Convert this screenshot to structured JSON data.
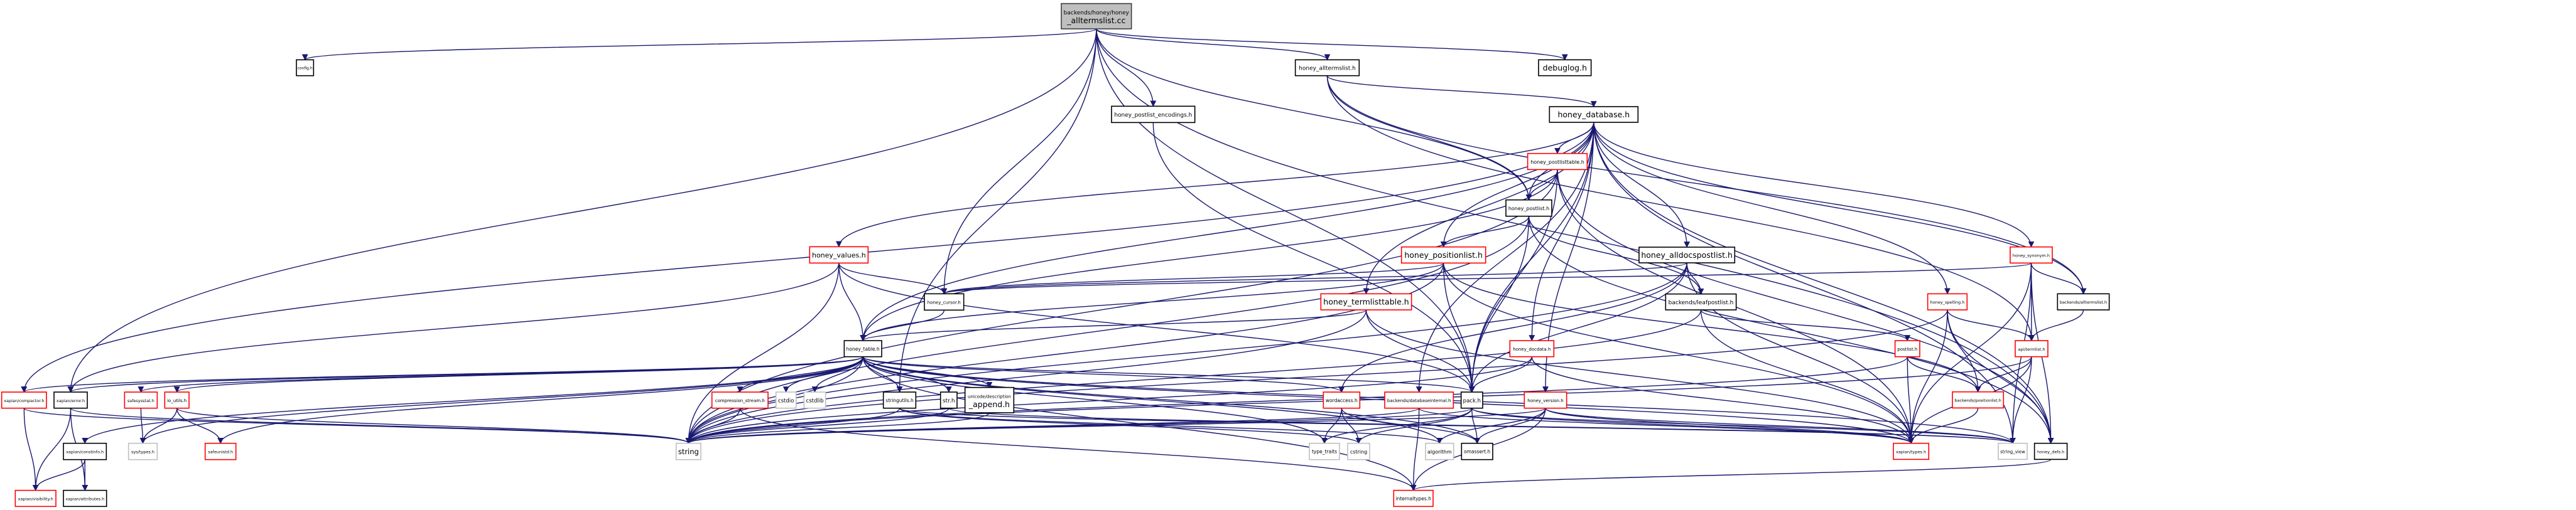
{
  "graph": {
    "title": "backends/honey/honey_alltermslist.cc",
    "type": "include-dependency-graph",
    "colors": {
      "edge": "#191970",
      "root_fill": "#bfbfbf",
      "root_border": "#404040",
      "documented_border": "#000000",
      "has_children_hidden_border": "#ff0000",
      "external_border": "#bfbfbf",
      "node_fill": "#ffffff"
    },
    "nodes": [
      {
        "id": "root",
        "label": [
          "backends/honey/honey",
          "_alltermslist.cc"
        ],
        "kind": "root"
      },
      {
        "id": "config",
        "label": [
          "config.h"
        ],
        "kind": "normal"
      },
      {
        "id": "honey_alltermslist_h",
        "label": [
          "honey_alltermslist.h"
        ],
        "kind": "normal"
      },
      {
        "id": "debuglog",
        "label": [
          "debuglog.h"
        ],
        "kind": "normal"
      },
      {
        "id": "honey_postlist_encodings",
        "label": [
          "honey_postlist_encodings.h"
        ],
        "kind": "normal"
      },
      {
        "id": "honey_database",
        "label": [
          "honey_database.h"
        ],
        "kind": "normal"
      },
      {
        "id": "honey_postlisttable",
        "label": [
          "honey_postlisttable.h"
        ],
        "kind": "truncated"
      },
      {
        "id": "honey_postlist",
        "label": [
          "honey_postlist.h"
        ],
        "kind": "normal"
      },
      {
        "id": "honey_values",
        "label": [
          "honey_values.h"
        ],
        "kind": "truncated"
      },
      {
        "id": "honey_positionlist",
        "label": [
          "honey_positionlist.h"
        ],
        "kind": "truncated"
      },
      {
        "id": "honey_alldocspostlist",
        "label": [
          "honey_alldocspostlist.h"
        ],
        "kind": "normal"
      },
      {
        "id": "honey_synonym",
        "label": [
          "honey_synonym.h"
        ],
        "kind": "truncated"
      },
      {
        "id": "honey_cursor",
        "label": [
          "honey_cursor.h"
        ],
        "kind": "normal"
      },
      {
        "id": "honey_termlisttable",
        "label": [
          "honey_termlisttable.h"
        ],
        "kind": "truncated"
      },
      {
        "id": "backends_leafpostlist",
        "label": [
          "backends/leafpostlist.h"
        ],
        "kind": "normal"
      },
      {
        "id": "honey_spelling",
        "label": [
          "honey_spelling.h"
        ],
        "kind": "truncated"
      },
      {
        "id": "backends_alltermslist",
        "label": [
          "backends/alltermslist.h"
        ],
        "kind": "normal"
      },
      {
        "id": "honey_table",
        "label": [
          "honey_table.h"
        ],
        "kind": "normal"
      },
      {
        "id": "honey_docdata",
        "label": [
          "honey_docdata.h"
        ],
        "kind": "truncated"
      },
      {
        "id": "postlist",
        "label": [
          "postlist.h"
        ],
        "kind": "truncated"
      },
      {
        "id": "api_termlist",
        "label": [
          "api/termlist.h"
        ],
        "kind": "truncated"
      },
      {
        "id": "xapian_compactor",
        "label": [
          "xapian/compactor.h"
        ],
        "kind": "truncated"
      },
      {
        "id": "xapian_error",
        "label": [
          "xapian/error.h"
        ],
        "kind": "normal"
      },
      {
        "id": "safesysstat",
        "label": [
          "safesysstat.h"
        ],
        "kind": "truncated"
      },
      {
        "id": "io_utils",
        "label": [
          "io_utils.h"
        ],
        "kind": "truncated"
      },
      {
        "id": "compression_stream",
        "label": [
          "compression_stream.h"
        ],
        "kind": "truncated"
      },
      {
        "id": "cstdio",
        "label": [
          "cstdio"
        ],
        "kind": "external"
      },
      {
        "id": "cstdlib",
        "label": [
          "cstdlib"
        ],
        "kind": "external"
      },
      {
        "id": "stringutils",
        "label": [
          "stringutils.h"
        ],
        "kind": "normal"
      },
      {
        "id": "str",
        "label": [
          "str.h"
        ],
        "kind": "normal"
      },
      {
        "id": "unicode_description_append",
        "label": [
          "unicode/description",
          "_append.h"
        ],
        "kind": "normal"
      },
      {
        "id": "wordaccess",
        "label": [
          "wordaccess.h"
        ],
        "kind": "truncated"
      },
      {
        "id": "backends_databaseinternal",
        "label": [
          "backends/databaseinternal.h"
        ],
        "kind": "truncated"
      },
      {
        "id": "pack",
        "label": [
          "pack.h"
        ],
        "kind": "normal"
      },
      {
        "id": "honey_version",
        "label": [
          "honey_version.h"
        ],
        "kind": "truncated"
      },
      {
        "id": "backends_positionlist",
        "label": [
          "backends/positionlist.h"
        ],
        "kind": "truncated"
      },
      {
        "id": "xapian_constinfo",
        "label": [
          "xapian/constinfo.h"
        ],
        "kind": "normal"
      },
      {
        "id": "sys_types",
        "label": [
          "sys/types.h"
        ],
        "kind": "external"
      },
      {
        "id": "safeunistd",
        "label": [
          "safeunistd.h"
        ],
        "kind": "truncated"
      },
      {
        "id": "string",
        "label": [
          "string"
        ],
        "kind": "external"
      },
      {
        "id": "type_traits",
        "label": [
          "type_traits"
        ],
        "kind": "external"
      },
      {
        "id": "cstring",
        "label": [
          "cstring"
        ],
        "kind": "external"
      },
      {
        "id": "algorithm",
        "label": [
          "algorithm"
        ],
        "kind": "external"
      },
      {
        "id": "omassert",
        "label": [
          "omassert.h"
        ],
        "kind": "normal"
      },
      {
        "id": "xapian_types",
        "label": [
          "xapian/types.h"
        ],
        "kind": "truncated"
      },
      {
        "id": "string_view",
        "label": [
          "string_view"
        ],
        "kind": "external"
      },
      {
        "id": "honey_defs",
        "label": [
          "honey_defs.h"
        ],
        "kind": "normal"
      },
      {
        "id": "xapian_visibility",
        "label": [
          "xapian/visibility.h"
        ],
        "kind": "truncated"
      },
      {
        "id": "xapian_attributes",
        "label": [
          "xapian/attributes.h"
        ],
        "kind": "normal"
      },
      {
        "id": "internaltypes",
        "label": [
          "internaltypes.h"
        ],
        "kind": "truncated"
      }
    ],
    "edges": [
      [
        "root",
        "config"
      ],
      [
        "root",
        "honey_alltermslist_h"
      ],
      [
        "root",
        "debuglog"
      ],
      [
        "root",
        "honey_postlist_encodings"
      ],
      [
        "root",
        "honey_postlist"
      ],
      [
        "root",
        "honey_cursor"
      ],
      [
        "root",
        "xapian_error"
      ],
      [
        "root",
        "stringutils"
      ],
      [
        "root",
        "pack"
      ],
      [
        "root",
        "honey_defs"
      ],
      [
        "honey_alltermslist_h",
        "honey_database"
      ],
      [
        "honey_alltermslist_h",
        "honey_postlist"
      ],
      [
        "honey_alltermslist_h",
        "api_termlist"
      ],
      [
        "honey_alltermslist_h",
        "backends_alltermslist"
      ],
      [
        "honey_postlist_encodings",
        "pack"
      ],
      [
        "honey_database",
        "honey_postlisttable"
      ],
      [
        "honey_database",
        "honey_postlist"
      ],
      [
        "honey_database",
        "honey_values"
      ],
      [
        "honey_database",
        "honey_positionlist"
      ],
      [
        "honey_database",
        "honey_alldocspostlist"
      ],
      [
        "honey_database",
        "honey_synonym"
      ],
      [
        "honey_database",
        "honey_termlisttable"
      ],
      [
        "honey_database",
        "honey_spelling"
      ],
      [
        "honey_database",
        "honey_docdata"
      ],
      [
        "honey_database",
        "backends_alltermslist"
      ],
      [
        "honey_database",
        "xapian_compactor"
      ],
      [
        "honey_database",
        "backends_databaseinternal"
      ],
      [
        "honey_database",
        "honey_version"
      ],
      [
        "honey_database",
        "honey_table"
      ],
      [
        "honey_database",
        "pack"
      ],
      [
        "honey_database",
        "honey_defs"
      ],
      [
        "honey_database",
        "string_view"
      ],
      [
        "honey_postlisttable",
        "honey_postlist"
      ],
      [
        "honey_postlisttable",
        "honey_table"
      ],
      [
        "honey_postlisttable",
        "pack"
      ],
      [
        "honey_postlisttable",
        "xapian_types"
      ],
      [
        "honey_postlisttable",
        "string"
      ],
      [
        "honey_postlisttable",
        "honey_defs"
      ],
      [
        "honey_postlist",
        "honey_positionlist"
      ],
      [
        "honey_postlist",
        "backends_leafpostlist"
      ],
      [
        "honey_postlist",
        "pack"
      ],
      [
        "honey_postlist",
        "honey_defs"
      ],
      [
        "honey_postlist",
        "string"
      ],
      [
        "honey_values",
        "honey_cursor"
      ],
      [
        "honey_values",
        "xapian_error"
      ],
      [
        "honey_values",
        "pack"
      ],
      [
        "honey_values",
        "string"
      ],
      [
        "honey_values",
        "honey_table"
      ],
      [
        "honey_positionlist",
        "honey_cursor"
      ],
      [
        "honey_positionlist",
        "honey_table"
      ],
      [
        "honey_positionlist",
        "backends_positionlist"
      ],
      [
        "honey_positionlist",
        "pack"
      ],
      [
        "honey_positionlist",
        "xapian_types"
      ],
      [
        "honey_positionlist",
        "string"
      ],
      [
        "honey_alldocspostlist",
        "honey_cursor"
      ],
      [
        "honey_alldocspostlist",
        "backends_leafpostlist"
      ],
      [
        "honey_alldocspostlist",
        "pack"
      ],
      [
        "honey_alldocspostlist",
        "wordaccess"
      ],
      [
        "honey_alldocspostlist",
        "string"
      ],
      [
        "honey_alldocspostlist",
        "xapian_types"
      ],
      [
        "honey_synonym",
        "honey_cursor"
      ],
      [
        "honey_synonym",
        "backends_alltermslist"
      ],
      [
        "honey_synonym",
        "api_termlist"
      ],
      [
        "honey_synonym",
        "xapian_types"
      ],
      [
        "honey_synonym",
        "string_view"
      ],
      [
        "honey_synonym",
        "honey_defs"
      ],
      [
        "honey_cursor",
        "honey_table"
      ],
      [
        "honey_termlisttable",
        "honey_table"
      ],
      [
        "honey_termlisttable",
        "pack"
      ],
      [
        "honey_termlisttable",
        "xapian_types"
      ],
      [
        "honey_termlisttable",
        "string"
      ],
      [
        "backends_leafpostlist",
        "postlist"
      ],
      [
        "backends_leafpostlist",
        "xapian_types"
      ],
      [
        "backends_leafpostlist",
        "string"
      ],
      [
        "honey_spelling",
        "api_termlist"
      ],
      [
        "honey_spelling",
        "backends_positionlist"
      ],
      [
        "honey_spelling",
        "xapian_types"
      ],
      [
        "honey_spelling",
        "string"
      ],
      [
        "honey_spelling",
        "honey_defs"
      ],
      [
        "backends_alltermslist",
        "api_termlist"
      ],
      [
        "honey_table",
        "xapian_compactor"
      ],
      [
        "honey_table",
        "xapian_error"
      ],
      [
        "honey_table",
        "safesysstat"
      ],
      [
        "honey_table",
        "io_utils"
      ],
      [
        "honey_table",
        "compression_stream"
      ],
      [
        "honey_table",
        "cstdio"
      ],
      [
        "honey_table",
        "cstdlib"
      ],
      [
        "honey_table",
        "stringutils"
      ],
      [
        "honey_table",
        "str"
      ],
      [
        "honey_table",
        "unicode_description_append"
      ],
      [
        "honey_table",
        "wordaccess"
      ],
      [
        "honey_table",
        "pack"
      ],
      [
        "honey_table",
        "sys_types"
      ],
      [
        "honey_table",
        "safeunistd"
      ],
      [
        "honey_table",
        "string"
      ],
      [
        "honey_table",
        "type_traits"
      ],
      [
        "honey_table",
        "algorithm"
      ],
      [
        "honey_table",
        "omassert"
      ],
      [
        "honey_table",
        "xapian_types"
      ],
      [
        "honey_table",
        "string_view"
      ],
      [
        "honey_table",
        "internaltypes"
      ],
      [
        "honey_table",
        "xapian_constinfo"
      ],
      [
        "honey_docdata",
        "pack"
      ],
      [
        "honey_docdata",
        "string"
      ],
      [
        "honey_docdata",
        "xapian_types"
      ],
      [
        "postlist",
        "backends_positionlist"
      ],
      [
        "postlist",
        "xapian_types"
      ],
      [
        "postlist",
        "string"
      ],
      [
        "api_termlist",
        "backends_positionlist"
      ],
      [
        "api_termlist",
        "xapian_types"
      ],
      [
        "api_termlist",
        "string"
      ],
      [
        "api_termlist",
        "string_view"
      ],
      [
        "xapian_compactor",
        "xapian_visibility"
      ],
      [
        "xapian_compactor",
        "string"
      ],
      [
        "xapian_error",
        "xapian_visibility"
      ],
      [
        "xapian_error",
        "xapian_attributes"
      ],
      [
        "xapian_error",
        "string"
      ],
      [
        "safesysstat",
        "sys_types"
      ],
      [
        "io_utils",
        "sys_types"
      ],
      [
        "io_utils",
        "safeunistd"
      ],
      [
        "io_utils",
        "string"
      ],
      [
        "compression_stream",
        "string"
      ],
      [
        "compression_stream",
        "internaltypes"
      ],
      [
        "stringutils",
        "string"
      ],
      [
        "stringutils",
        "cstring"
      ],
      [
        "stringutils",
        "algorithm"
      ],
      [
        "stringutils",
        "string_view"
      ],
      [
        "str",
        "string"
      ],
      [
        "str",
        "string_view"
      ],
      [
        "unicode_description_append",
        "string"
      ],
      [
        "wordaccess",
        "type_traits"
      ],
      [
        "wordaccess",
        "cstring"
      ],
      [
        "wordaccess",
        "omassert"
      ],
      [
        "backends_databaseinternal",
        "internaltypes"
      ],
      [
        "backends_databaseinternal",
        "xapian_types"
      ],
      [
        "backends_databaseinternal",
        "string"
      ],
      [
        "pack",
        "string"
      ],
      [
        "pack",
        "cstring"
      ],
      [
        "pack",
        "type_traits"
      ],
      [
        "pack",
        "omassert"
      ],
      [
        "pack",
        "xapian_types"
      ],
      [
        "pack",
        "string_view"
      ],
      [
        "honey_version",
        "algorithm"
      ],
      [
        "honey_version",
        "omassert"
      ],
      [
        "honey_version",
        "xapian_types"
      ],
      [
        "honey_version",
        "internaltypes"
      ],
      [
        "honey_version",
        "string"
      ],
      [
        "honey_version",
        "string_view"
      ],
      [
        "backends_positionlist",
        "xapian_types"
      ],
      [
        "xapian_constinfo",
        "xapian_visibility"
      ],
      [
        "xapian_constinfo",
        "xapian_attributes"
      ],
      [
        "honey_defs",
        "internaltypes"
      ]
    ]
  }
}
